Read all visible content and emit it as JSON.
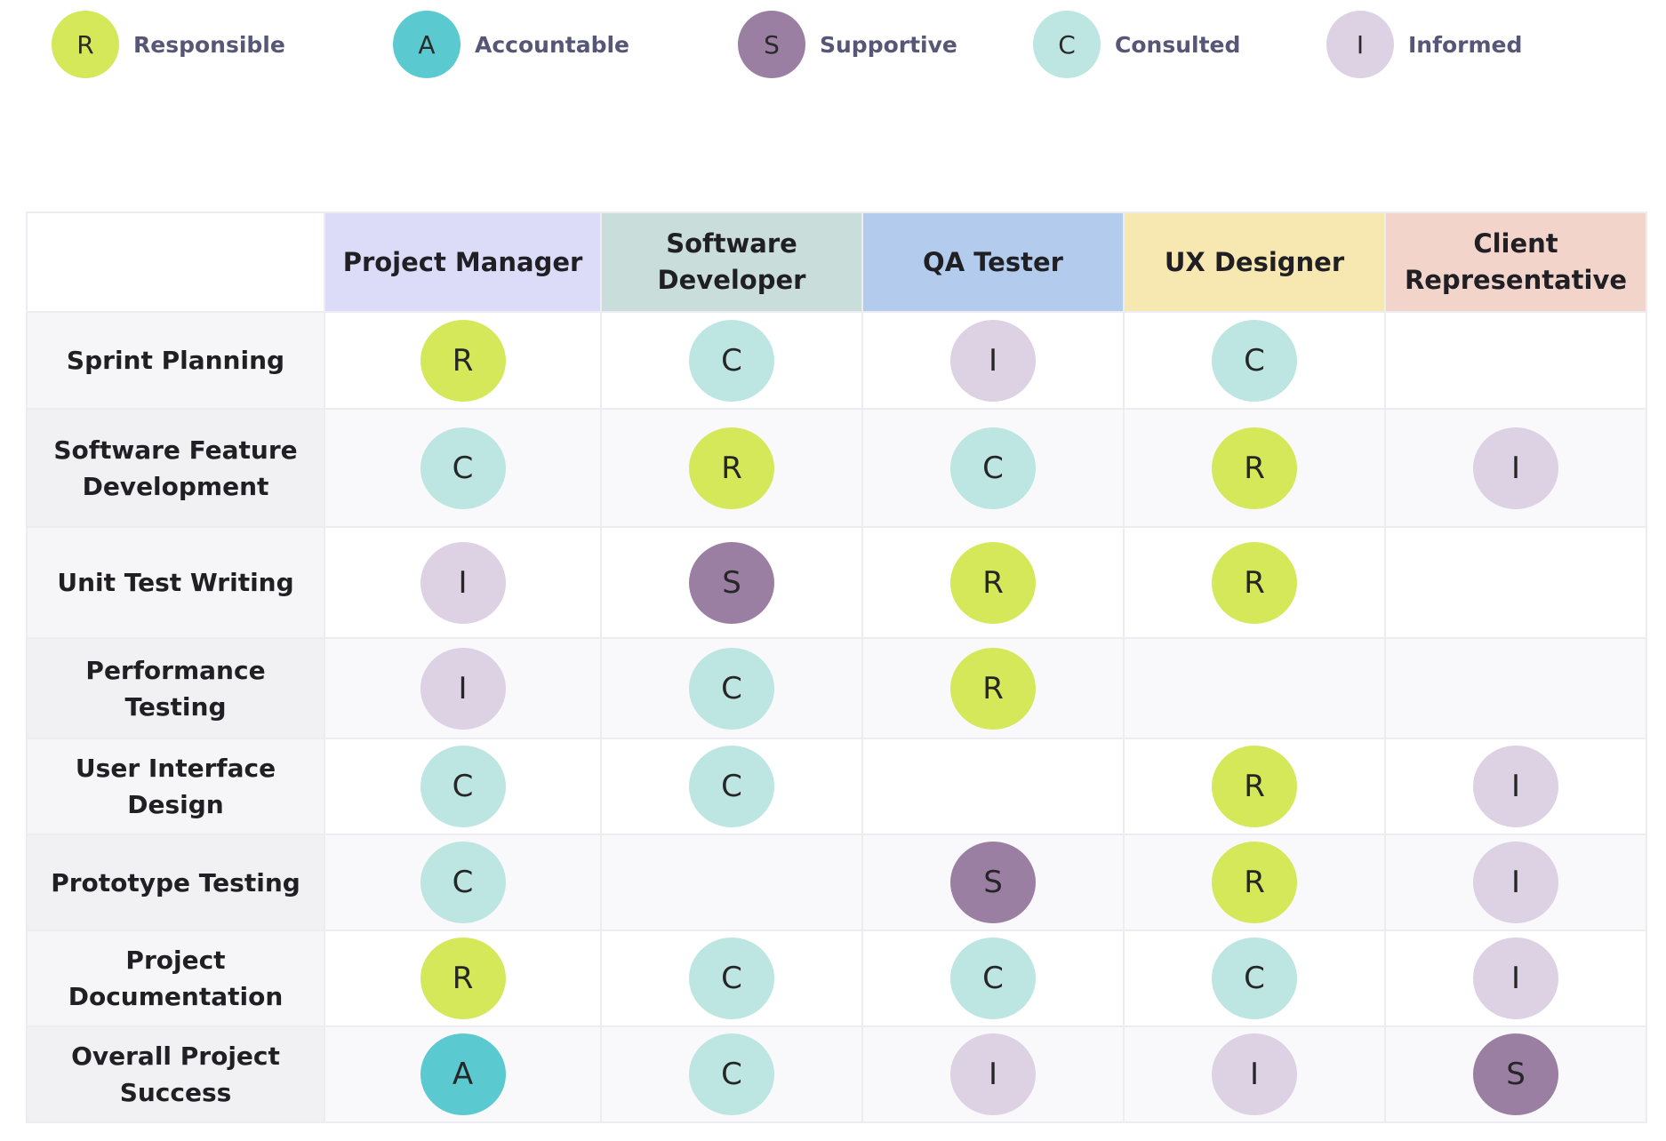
{
  "legend": [
    {
      "code": "R",
      "label": "Responsible",
      "color": "#d4e85a"
    },
    {
      "code": "A",
      "label": "Accountable",
      "color": "#5bc9d0"
    },
    {
      "code": "S",
      "label": "Supportive",
      "color": "#9a7fa3"
    },
    {
      "code": "C",
      "label": "Consulted",
      "color": "#bde6e2"
    },
    {
      "code": "I",
      "label": "Informed",
      "color": "#ddd1e4"
    }
  ],
  "roles": [
    {
      "name": "Project Manager",
      "color": "#dcdcf8"
    },
    {
      "name": "Software Developer",
      "color": "#c9dedb"
    },
    {
      "name": "QA Tester",
      "color": "#b3cced"
    },
    {
      "name": "UX Designer",
      "color": "#f7e7b1"
    },
    {
      "name": "Client Representative",
      "color": "#f2d4cb"
    }
  ],
  "tasks": [
    {
      "name": "Sprint Planning",
      "cells": [
        "R",
        "C",
        "I",
        "C",
        ""
      ]
    },
    {
      "name": "Software Feature Development",
      "cells": [
        "C",
        "R",
        "C",
        "R",
        "I"
      ]
    },
    {
      "name": "Unit Test Writing",
      "cells": [
        "I",
        "S",
        "R",
        "R",
        ""
      ]
    },
    {
      "name": "Performance Testing",
      "cells": [
        "I",
        "C",
        "R",
        "",
        ""
      ]
    },
    {
      "name": "User Interface Design",
      "cells": [
        "C",
        "C",
        "",
        "R",
        "I"
      ]
    },
    {
      "name": "Prototype Testing",
      "cells": [
        "C",
        "",
        "S",
        "R",
        "I"
      ]
    },
    {
      "name": "Project Documentation",
      "cells": [
        "R",
        "C",
        "C",
        "C",
        "I"
      ]
    },
    {
      "name": "Overall Project Success",
      "cells": [
        "A",
        "C",
        "I",
        "I",
        "S"
      ]
    }
  ]
}
